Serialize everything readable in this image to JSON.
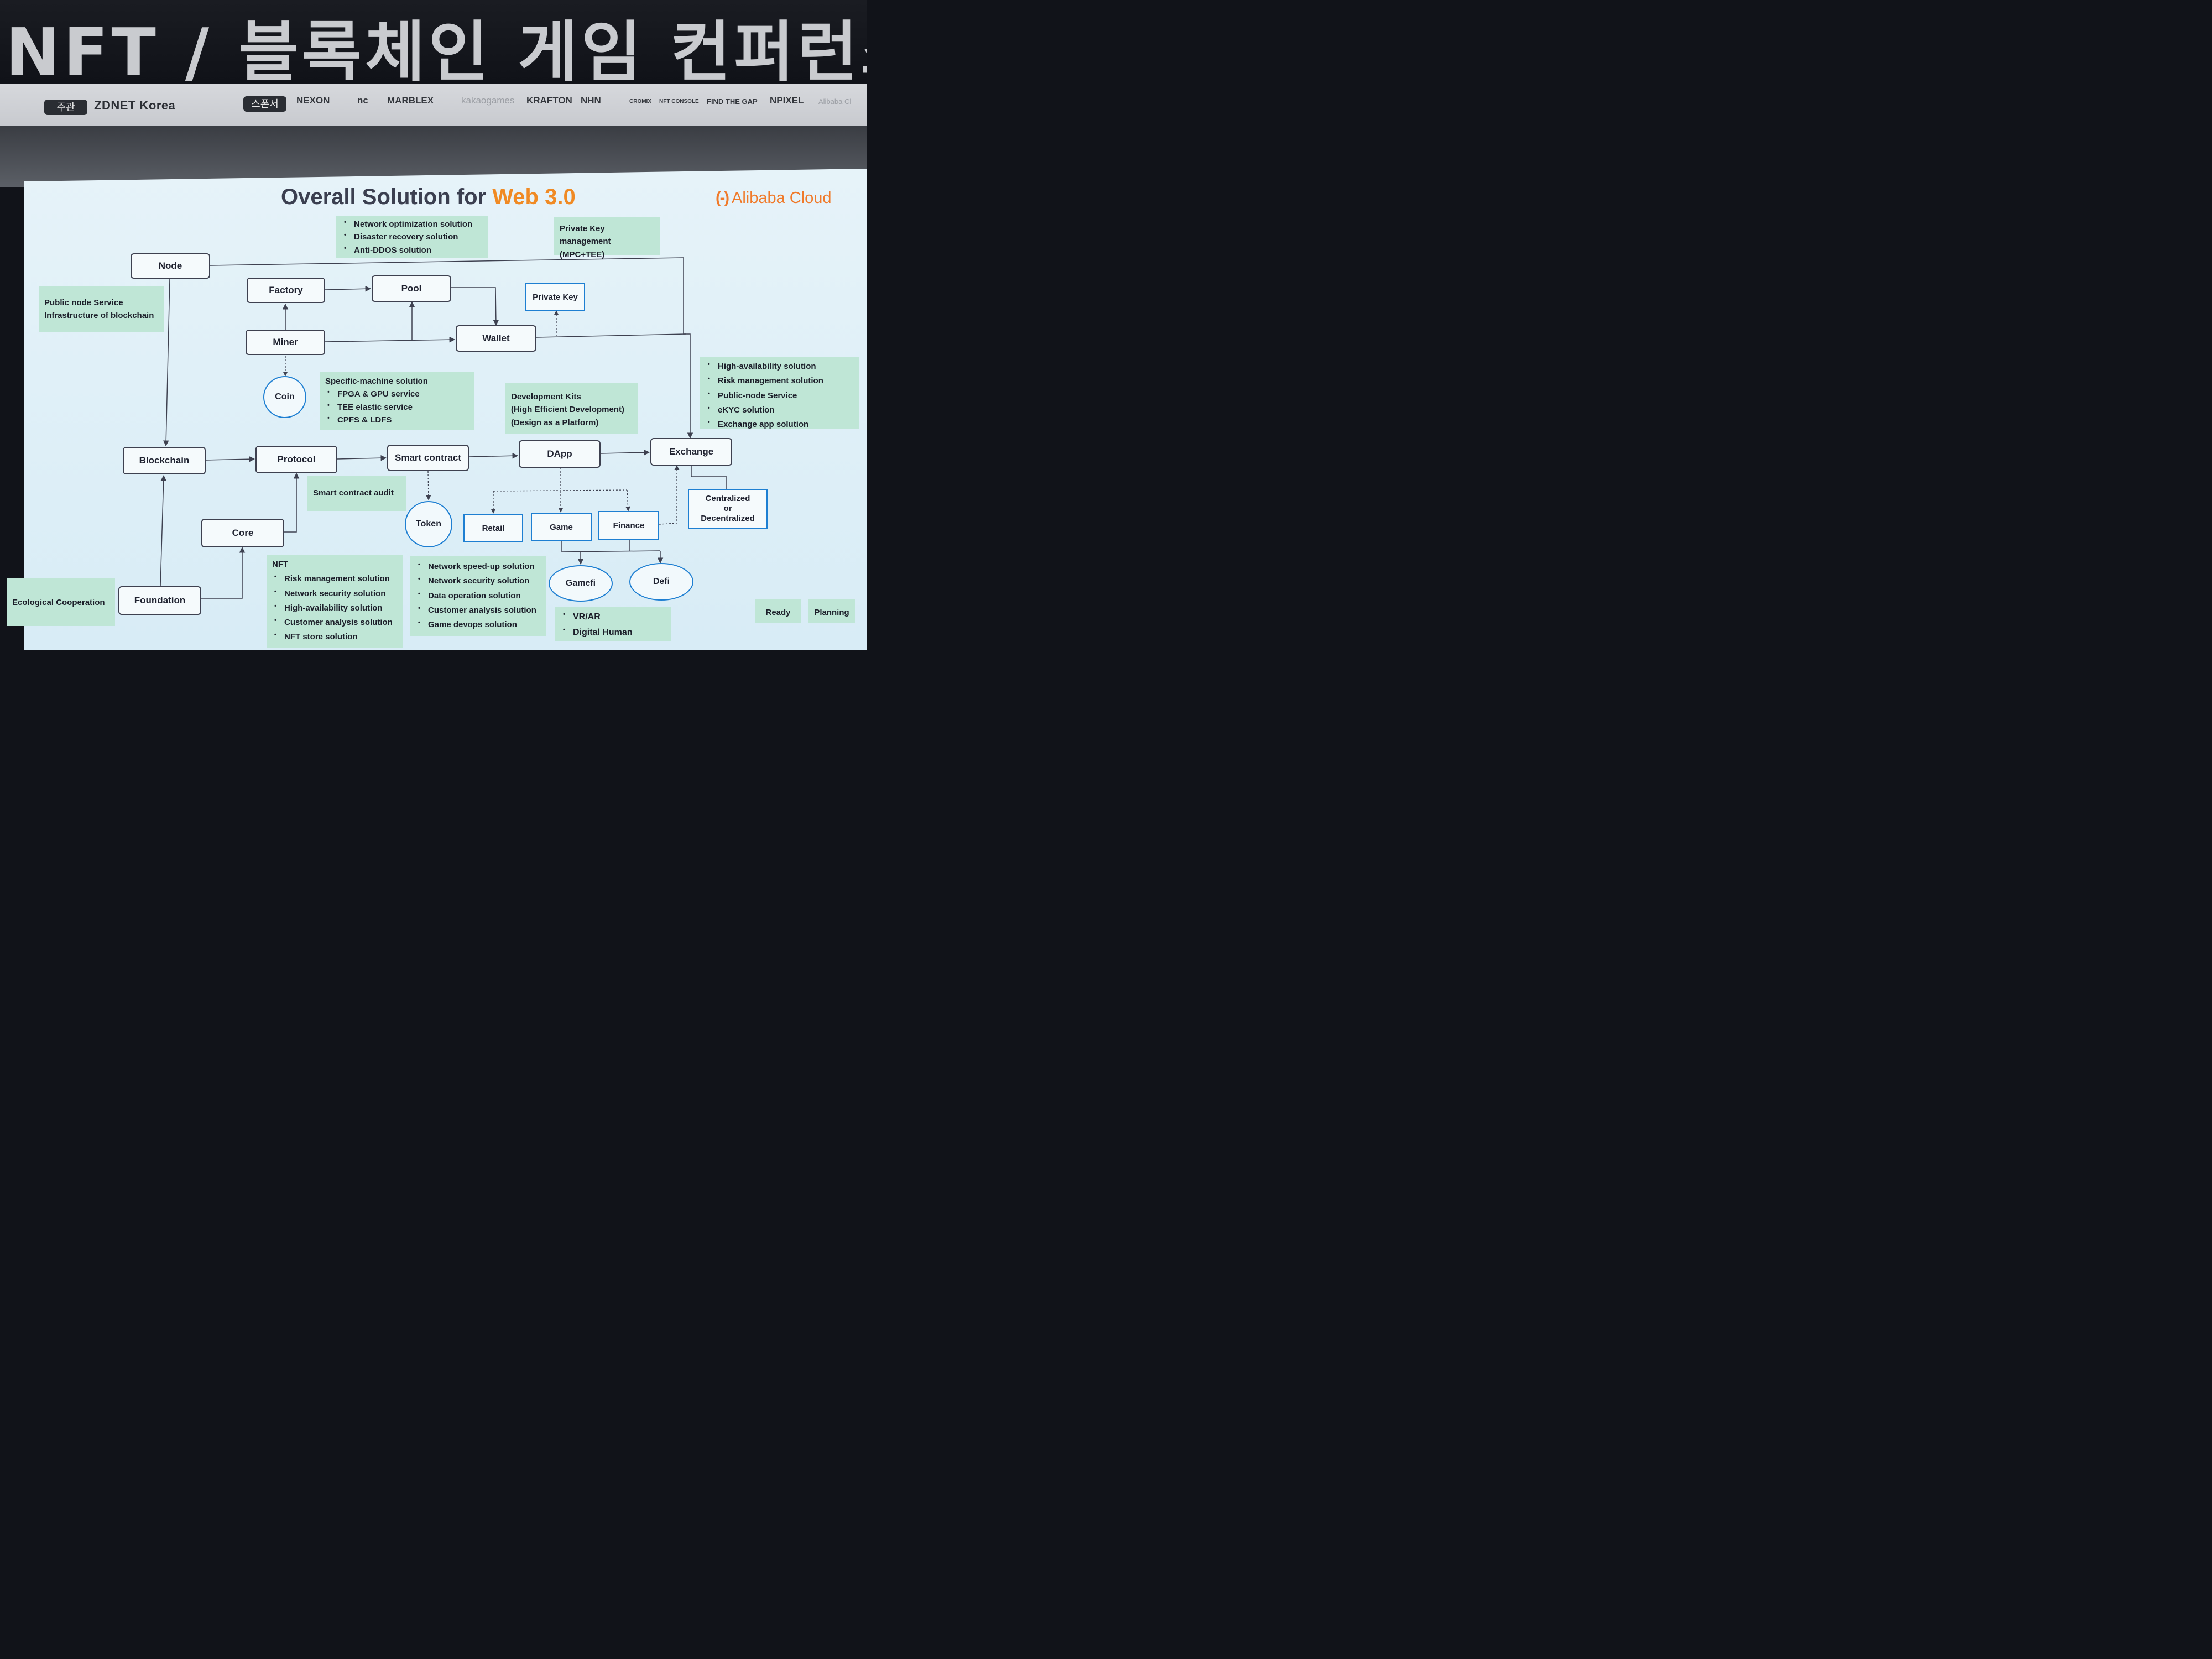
{
  "banner": {
    "title": "NFT / 블록체인 게임 컨퍼런스",
    "host_label": "주관",
    "host_name": "ZDNET Korea",
    "sponsor_label": "스폰서",
    "sponsors": [
      "NEXON",
      "nc",
      "MARBLEX",
      "kakaogames",
      "KRAFTON",
      "NHN",
      "CROMIX",
      "NFT CONSOLE",
      "FIND THE GAP",
      "NPIXEL",
      "Alibaba Cl"
    ]
  },
  "slide": {
    "title_prefix": "Overall Solution for ",
    "title_accent": "Web 3.0",
    "brand_mark": "(-)",
    "brand_name": "Alibaba Cloud",
    "nodes": {
      "node": "Node",
      "factory": "Factory",
      "pool": "Pool",
      "private_key": "Private Key",
      "miner": "Miner",
      "wallet": "Wallet",
      "coin": "Coin",
      "blockchain": "Blockchain",
      "protocol": "Protocol",
      "smart_contract": "Smart contract",
      "dapp": "DApp",
      "exchange": "Exchange",
      "token": "Token",
      "retail": "Retail",
      "game": "Game",
      "finance": "Finance",
      "core": "Core",
      "foundation": "Foundation",
      "gamefi": "Gamefi",
      "defi": "Defi",
      "centralized": [
        "Centralized",
        "or",
        "Decentralized"
      ]
    },
    "notes": {
      "network_top": [
        "Network optimization solution",
        "Disaster recovery solution",
        "Anti-DDOS solution"
      ],
      "private_key_mgmt": [
        "Private Key management",
        "(MPC+TEE)"
      ],
      "public_node": [
        "Public node Service",
        "Infrastructure of  blockchain"
      ],
      "specific_machine": {
        "heading": "Specific-machine solution",
        "items": [
          "FPGA & GPU service",
          "TEE elastic service",
          "CPFS & LDFS"
        ]
      },
      "dev_kits": [
        "Development Kits",
        "(High Efficient Development)",
        "(Design as a Platform)"
      ],
      "exchange_solutions": [
        "High-availability solution",
        "Risk management solution",
        "Public-node Service",
        "eKYC solution",
        "Exchange app solution"
      ],
      "smart_contract_audit": "Smart contract audit",
      "ecological": "Ecological Cooperation",
      "nft": {
        "heading": "NFT",
        "items": [
          "Risk management solution",
          "Network security solution",
          "High-availability solution",
          "Customer analysis solution",
          "NFT store solution"
        ]
      },
      "network_bottom": [
        "Network speed-up solution",
        "Network security solution",
        "Data operation solution",
        "Customer analysis solution",
        "Game devops solution"
      ],
      "vr": [
        "VR/AR",
        "Digital Human"
      ]
    },
    "legend": {
      "ready": "Ready",
      "planning": "Planning"
    }
  },
  "colors": {
    "accent": "#f08a24",
    "connector_blue": "#1e7fd2",
    "note_green": "#bfe6d6",
    "slide_bg": "#e1f1f8"
  }
}
